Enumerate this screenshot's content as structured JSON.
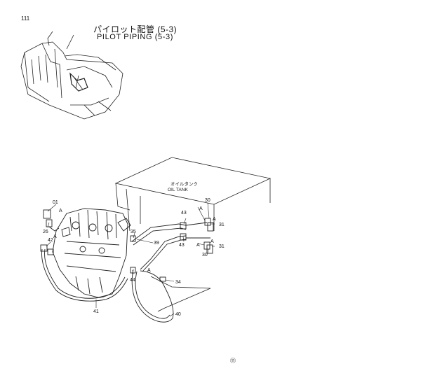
{
  "page_number": "111",
  "title_jp": "パイロット配管 (5-3)",
  "title_en": "PILOT PIPING (5-3)",
  "tank_label_jp": "オイルタンク",
  "tank_label_en": "OIL TANK",
  "callouts": {
    "p01": "01",
    "p26": "26",
    "p42": "42",
    "p35": "35",
    "p39": "39",
    "p43a": "43",
    "p43b": "43",
    "p30a": "30",
    "p30b": "30",
    "p31a": "31",
    "p31b": "31",
    "p44": "44",
    "p34": "34",
    "p41": "41",
    "p40": "40",
    "pA1": "A",
    "pA2": "A",
    "pA3": "A",
    "pA4": "A",
    "pA5": "A",
    "pA6": "A",
    "pA7": "A"
  },
  "footer_mark": "⑪"
}
